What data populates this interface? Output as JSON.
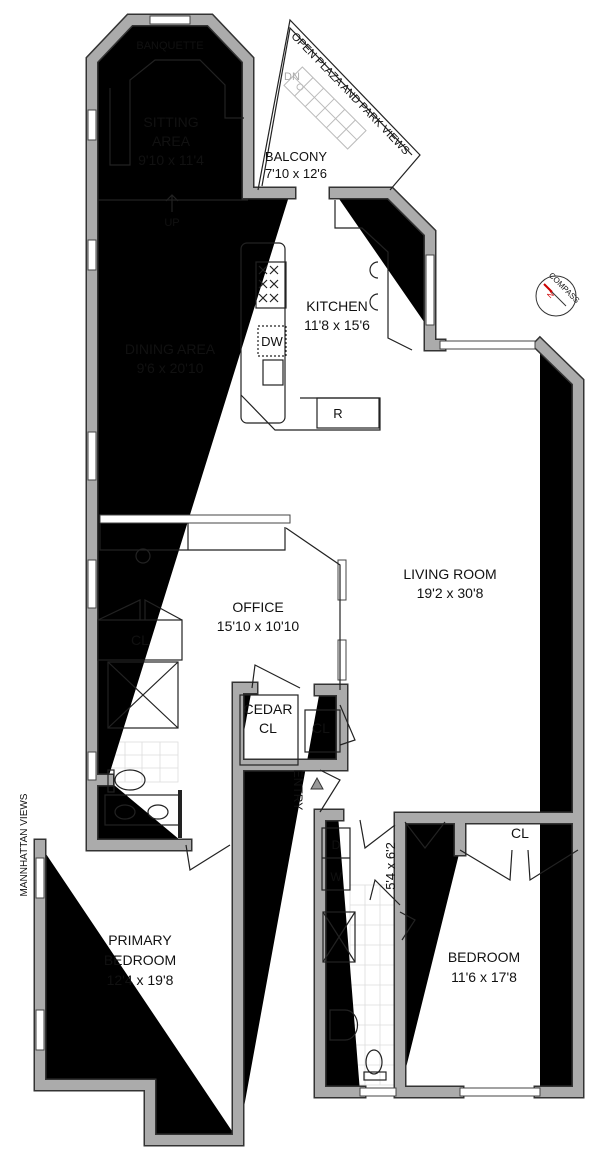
{
  "rooms": {
    "banquette": "BANQUETTE",
    "sitting": {
      "name1": "SITTING",
      "name2": "AREA",
      "dims": "9'10 x 11'4"
    },
    "balcony": {
      "name": "BALCONY",
      "dims": "7'10 x 12'6"
    },
    "kitchen": {
      "name": "KITCHEN",
      "dims": "11'8 x 15'6"
    },
    "dining": {
      "name": "DINING AREA",
      "dims": "9'6 x 20'10"
    },
    "living": {
      "name": "LIVING ROOM",
      "dims": "19'2 x 30'8"
    },
    "office": {
      "name": "OFFICE",
      "dims": "15'10 x 10'10"
    },
    "cedar": {
      "name1": "CEDAR",
      "name2": "CL"
    },
    "primary": {
      "name1": "PRIMARY",
      "name2": "BEDROOM",
      "dims": "12'4 x 19'8"
    },
    "bedroom": {
      "name": "BEDROOM",
      "dims": "11'6 x 17'8"
    },
    "laundry_dims": "5'4 x 6'2"
  },
  "labels": {
    "views_park": "OPEN PLAZA AND PARK VIEWS",
    "views_manhattan": "MANNHATTAN VIEWS",
    "dn": "DN",
    "up": "UP",
    "dw": "DW",
    "fridge": "R",
    "closet": "CL",
    "entry": "ENTRY",
    "dryer": "D",
    "washer": "W",
    "compass": "COMPASS",
    "north": "N"
  }
}
